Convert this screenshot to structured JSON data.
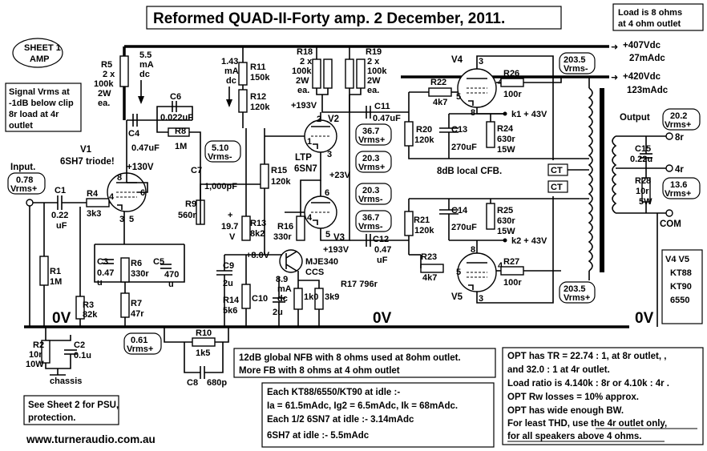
{
  "title": "Reformed QUAD-II-Forty amp.  2 December, 2011.",
  "load_note": [
    "Load is 8 ohms",
    "at 4 ohm outlet"
  ],
  "sheet": [
    "SHEET 1",
    "AMP"
  ],
  "signal_note": [
    "Signal Vrms at",
    "-1dB below clip",
    "8r load at 4r",
    "outlet"
  ],
  "input": {
    "label": "Input.",
    "vrms": [
      "0.78",
      "Vrms+"
    ]
  },
  "v1": {
    "name": "V1",
    "desc": "6SH7 triode!",
    "pin8": "8",
    "pin4": "4",
    "pin6": "6",
    "pin3": "3",
    "pin5": "5",
    "voltage": "+130V"
  },
  "components": {
    "C1": [
      "C1",
      "0.22",
      "uF"
    ],
    "R1": [
      "R1",
      "1M"
    ],
    "R3": [
      "R3",
      "82k"
    ],
    "R4": [
      "R4",
      "3k3"
    ],
    "R5": [
      "R5",
      "2 x",
      "100k",
      "2W",
      "ea."
    ],
    "I5": [
      "5.5",
      "mA",
      "dc"
    ],
    "C4": [
      "C4",
      "0.47uF"
    ],
    "C6": [
      "C6",
      "0.022uF"
    ],
    "R8": [
      "R8",
      "1M"
    ],
    "C3": [
      "C3",
      "0.47",
      "u"
    ],
    "R6": [
      "R6",
      "330r"
    ],
    "C5": [
      "C5",
      "470",
      "u"
    ],
    "R7": [
      "R7",
      "47r"
    ],
    "R9": [
      "R9",
      "560r"
    ],
    "C7": [
      "C7",
      "1,000pF"
    ],
    "R11": [
      "1.43",
      "mA",
      "dc",
      "R11",
      "150k"
    ],
    "R12": [
      "R12",
      "120k"
    ],
    "R13": [
      "R13",
      "8k2"
    ],
    "V19": [
      "+",
      "19.7",
      "V"
    ],
    "V8": "+8.0V",
    "C9": [
      "C9",
      "2u"
    ],
    "R14": [
      "R14",
      "5k6"
    ],
    "C10": [
      "C10",
      "2u"
    ],
    "R15": [
      "R15",
      "120k"
    ],
    "R16": [
      "R16",
      "330r"
    ],
    "R18": [
      "R18",
      "2 x",
      "100k",
      "2W",
      "ea."
    ],
    "R19": [
      "R19",
      "2 x",
      "100k",
      "2W",
      "ea."
    ],
    "V193a": "+193V",
    "V193b": "+193V",
    "V23": "+23V",
    "C11": [
      "C11",
      "0.47uF"
    ],
    "C12": [
      "C12",
      "0.47",
      "uF"
    ],
    "Q1": [
      "MJE340",
      "CCS"
    ],
    "I89": [
      "8.9",
      "mA",
      "dc"
    ],
    "R17": [
      "R17 796r",
      "1k0",
      "3k9"
    ],
    "R20": [
      "R20",
      "120k"
    ],
    "R21": [
      "R21",
      "120k"
    ],
    "R22": [
      "R22",
      "4k7"
    ],
    "R23": [
      "R23",
      "4k7"
    ],
    "R26": [
      "R26",
      "100r"
    ],
    "R27": [
      "R27",
      "100r"
    ],
    "C13": [
      "C13",
      "270uF"
    ],
    "C14": [
      "C14",
      "270uF"
    ],
    "R24": [
      "R24",
      "630r",
      "15W"
    ],
    "R25": [
      "R25",
      "630r",
      "15W"
    ],
    "k1": "k1 + 43V",
    "k2": "k2 + 43V",
    "R2": [
      "R2",
      "10r",
      "10W"
    ],
    "C2": [
      "C2",
      "0.1u"
    ],
    "chassis": "chassis",
    "R10": [
      "R10",
      "1k5"
    ],
    "C8": [
      "C8",
      "680p"
    ],
    "C15": [
      "C15",
      "0.22u"
    ],
    "R28": [
      "R28",
      "10r",
      "5W"
    ]
  },
  "ltp": {
    "name": "LTP",
    "tube": "6SN7",
    "v2": "V2",
    "v3": "V3"
  },
  "v2_pins": [
    "2",
    "1",
    "3"
  ],
  "v3_pins": [
    "6",
    "4",
    "5"
  ],
  "v4": {
    "name": "V4",
    "pins": [
      "3",
      "4",
      "5",
      "8"
    ]
  },
  "v5": {
    "name": "V5",
    "pins": [
      "8",
      "4",
      "5",
      "3"
    ]
  },
  "vrms_boxes": {
    "a": [
      "5.10",
      "Vrms-"
    ],
    "b": [
      "36.7",
      "Vrms+"
    ],
    "c": [
      "20.3",
      "Vrms+"
    ],
    "d": [
      "20.3",
      "Vrms-"
    ],
    "e": [
      "36.7",
      "Vrms-"
    ],
    "f": [
      "203.5",
      "Vrms-"
    ],
    "g": [
      "203.5",
      "Vrms+"
    ],
    "h": [
      "0.61",
      "Vrms+"
    ],
    "i": [
      "20.2",
      "Vrms+"
    ],
    "j": [
      "13.6",
      "Vrms+"
    ]
  },
  "supplies": {
    "b1": [
      "+407Vdc",
      "27mAdc"
    ],
    "b2": [
      "+420Vdc",
      "123mAdc"
    ]
  },
  "local_cfb": "8dB local CFB.",
  "ct": [
    "CT",
    "CT"
  ],
  "output": {
    "label": "Output",
    "o8": "8r",
    "o4": "4r",
    "com": "COM"
  },
  "tubes_list": [
    "V4  V5",
    "KT88",
    "KT90",
    "6550"
  ],
  "zero_v": [
    "0V",
    "0V",
    "0V"
  ],
  "nfb_note": [
    "12dB global NFB with 8 ohms used at 8ohm outlet.",
    "More FB with 8 ohms at 4 ohm outlet"
  ],
  "idle_note": [
    "Each KT88/6550/KT90 at idle :-",
    "Ia = 61.5mAdc, Ig2 = 6.5mAdc, Ik = 68mAdc.",
    "Each 1/2 6SN7 at idle :- 3.14mAdc",
    "6SH7 at idle :- 5.5mAdc"
  ],
  "opt_note": [
    "OPT has TR = 22.74 : 1, at 8r outlet, ,",
    "and 32.0 : 1 at 4r outlet.",
    "Load ratio is 4.140k : 8r or 4.10k : 4r .",
    "OPT Rw losses = 10% approx.",
    "OPT has wide enough BW.",
    "For least THD, use the 4r outlet only,",
    "for all speakers above 4 ohms."
  ],
  "sheet2_note": [
    "See Sheet 2 for PSU,",
    "protection."
  ],
  "url": "www.turneraudio.com.au"
}
